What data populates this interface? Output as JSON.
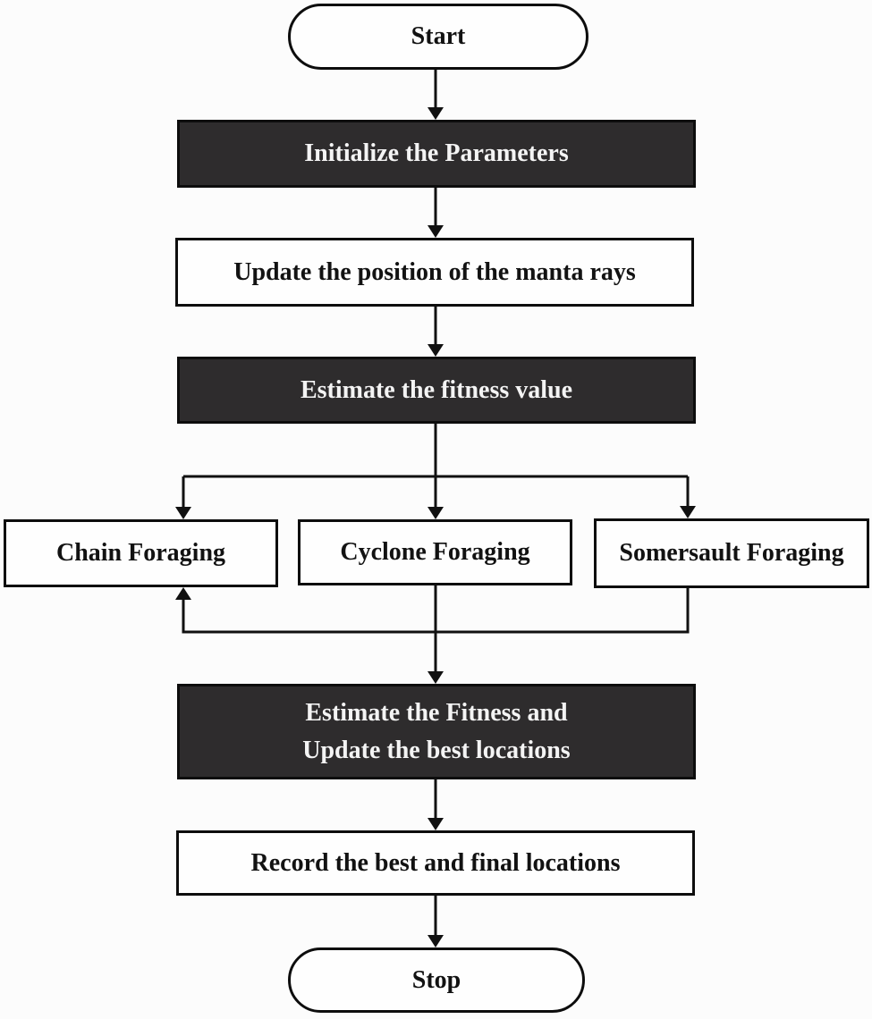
{
  "colors": {
    "page_background": "#fcfcfc",
    "box_border": "#0d0d0d",
    "light_box_fill": "#fefefe",
    "light_box_text": "#121212",
    "dark_box_fill": "#2e2c2d",
    "dark_box_text": "#f4f4f4",
    "line": "#111111"
  },
  "flowchart": {
    "nodes": {
      "start": "Start",
      "initialize": "Initialize the Parameters",
      "update_position": "Update the position of the manta rays",
      "estimate_fitness": "Estimate the fitness value",
      "chain_foraging": "Chain Foraging",
      "cyclone_foraging": "Cyclone Foraging",
      "somersault_foraging": "Somersault Foraging",
      "estimate_and_update": "Estimate the Fitness and\nUpdate the best locations",
      "record_locations": "Record the best and final locations",
      "stop": "Stop"
    }
  }
}
